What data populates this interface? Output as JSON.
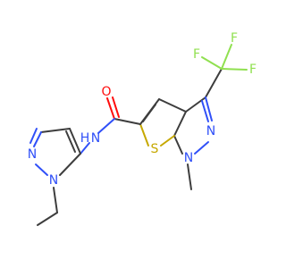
{
  "molecule": {
    "atoms": {
      "F1": {
        "symbol": "F",
        "color": "#90e050"
      },
      "F2": {
        "symbol": "F",
        "color": "#90e050"
      },
      "F3": {
        "symbol": "F",
        "color": "#90e050"
      },
      "O": {
        "symbol": "O",
        "color": "#ff0d0d"
      },
      "N_pyr3": {
        "symbol": "N",
        "color": "#3050f8"
      },
      "N_pyr1": {
        "symbol": "N",
        "color": "#3050f8"
      },
      "S": {
        "symbol": "S",
        "color": "#c6a800"
      },
      "N_amide": {
        "symbol": "N",
        "color": "#3050f8"
      },
      "H_amide": {
        "symbol": "H",
        "color": "#3050f8"
      },
      "N_ring2": {
        "symbol": "N",
        "color": "#3050f8"
      },
      "N_ring1": {
        "symbol": "N",
        "color": "#3050f8"
      }
    }
  }
}
